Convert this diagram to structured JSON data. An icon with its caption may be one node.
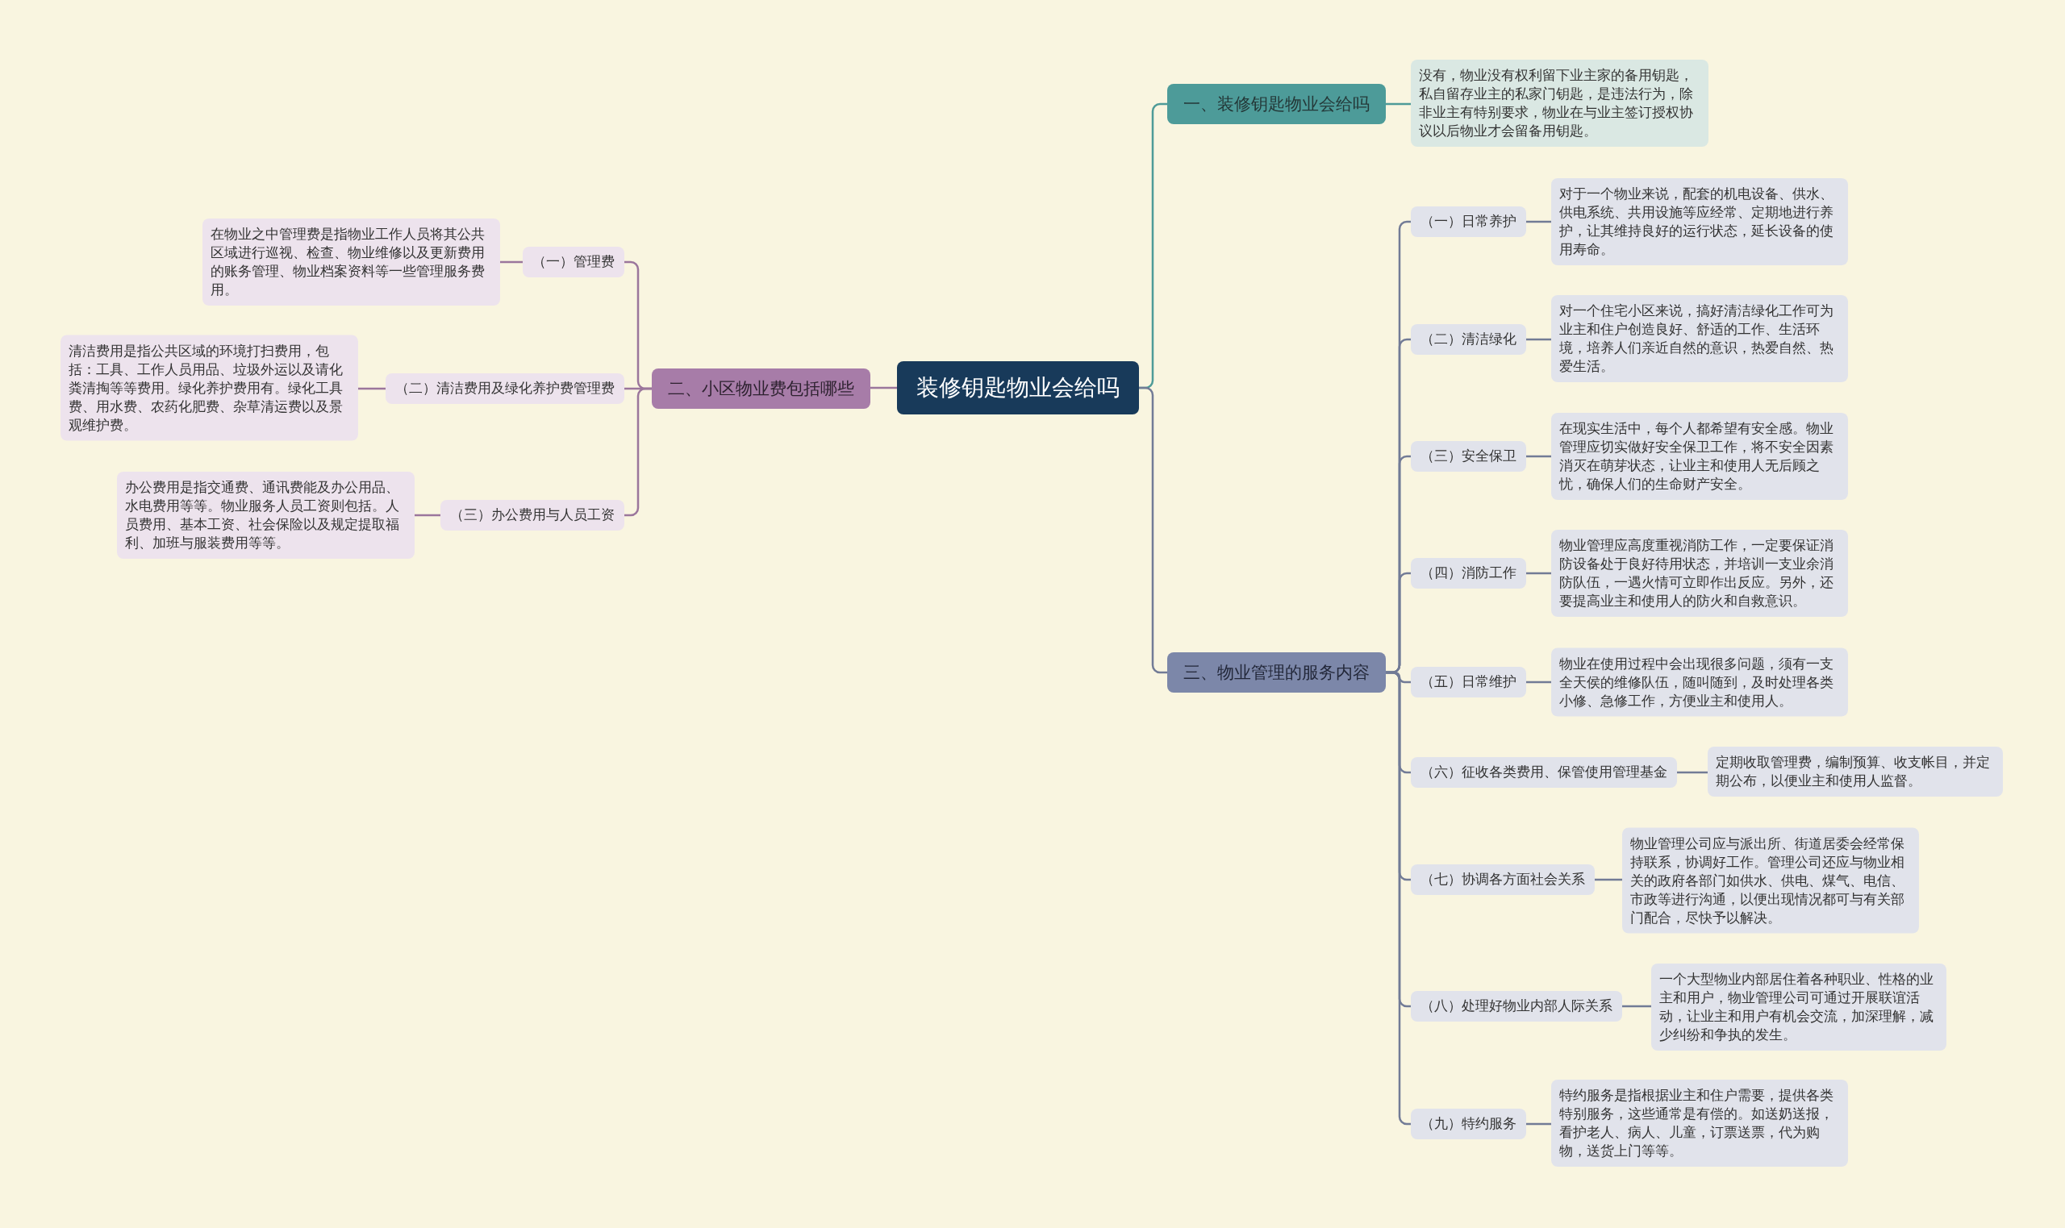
{
  "diagram": {
    "nodes": [
      {
        "text": [
          "装修钥匙物业会给吗"
        ]
      },
      {
        "text": [
          "一、装修钥匙物业会给吗"
        ]
      },
      {
        "text": [
          "没有，物业没有权利留下业主家的备用钥匙，私自留存业主的私家门钥匙，是违法行为，除非业主有特别要求，物业在与业主签订授权协议以后物业才会留备用钥匙。"
        ]
      },
      {
        "text": [
          "二、小区物业费包括哪些"
        ]
      },
      {
        "text": [
          "（一）管理费"
        ]
      },
      {
        "text": [
          "在物业之中管理费是指物业工作人员将其公共区域进行巡视、检查、物业维修以及更新费用的账务管理、物业档案资料等一些管理服务费用。"
        ]
      },
      {
        "text": [
          "（二）清洁费用及绿化养护费管理费"
        ]
      },
      {
        "text": [
          "清洁费用是指公共区域的环境打扫费用，包括：工具、工作人员用品、垃圾外运以及请化粪清掏等等费用。绿化养护费用有。绿化工具费、用水费、农药化肥费、杂草清运费以及景观维护费。"
        ]
      },
      {
        "text": [
          "（三）办公费用与人员工资"
        ]
      },
      {
        "text": [
          "办公费用是指交通费、通讯费能及办公用品、水电费用等等。物业服务人员工资则包括。人员费用、基本工资、社会保险以及规定提取福利、加班与服装费用等等。"
        ]
      },
      {
        "text": [
          "三、物业管理的服务内容"
        ]
      },
      {
        "text": [
          "（一）日常养护"
        ]
      },
      {
        "text": [
          "对于一个物业来说，配套的机电设备、供水、供电系统、共用设施等应经常、定期地进行养护，让其维持良好的运行状态，延长设备的使用寿命。"
        ]
      },
      {
        "text": [
          "（二）清洁绿化"
        ]
      },
      {
        "text": [
          "对一个住宅小区来说，搞好清洁绿化工作可为业主和住户创造良好、舒适的工作、生活环境，培养人们亲近自然的意识，热爱自然、热爱生活。"
        ]
      },
      {
        "text": [
          "（三）安全保卫"
        ]
      },
      {
        "text": [
          "在现实生活中，每个人都希望有安全感。物业管理应切实做好安全保卫工作，将不安全因素消灭在萌芽状态，让业主和使用人无后顾之忧，确保人们的生命财产安全。"
        ]
      },
      {
        "text": [
          "（四）消防工作"
        ]
      },
      {
        "text": [
          "物业管理应高度重视消防工作，一定要保证消防设备处于良好待用状态，并培训一支业余消防队伍，一遇火情可立即作出反应。另外，还要提高业主和使用人的防火和自救意识。"
        ]
      },
      {
        "text": [
          "（五）日常维护"
        ]
      },
      {
        "text": [
          "物业在使用过程中会出现很多问题，须有一支全天侯的维修队伍，随叫随到，及时处理各类小修、急修工作，方便业主和使用人。"
        ]
      },
      {
        "text": [
          "（六）征收各类费用、保管使用管理基金"
        ]
      },
      {
        "text": [
          "定期收取管理费，编制预算、收支帐目，并定期公布，以便业主和使用人监督。"
        ]
      },
      {
        "text": [
          "（七）协调各方面社会关系"
        ]
      },
      {
        "text": [
          "物业管理公司应与派出所、街道居委会经常保持联系，协调好工作。管理公司还应与物业相关的政府各部门如供水、供电、煤气、电信、市政等进行沟通，以便出现情况都可与有关部门配合，尽快予以解决。"
        ]
      },
      {
        "text": [
          "（八）处理好物业内部人际关系"
        ]
      },
      {
        "text": [
          "一个大型物业内部居住着各种职业、性格的业主和用户，物业管理公司可通过开展联谊活动，让业主和用户有机会交流，加深理解，减少纠纷和争执的发生。"
        ]
      },
      {
        "text": [
          "（九）特约服务"
        ]
      },
      {
        "text": [
          "特约服务是指根据业主和住户需要，提供各类特别服务，这些通常是有偿的。如送奶送报，看护老人、病人、儿童，订票送票，代为购物，送货上门等等。"
        ]
      }
    ],
    "edges": [
      {
        "from": 0,
        "to": 1,
        "arrow": "none",
        "color": "#4e9b98"
      },
      {
        "from": 1,
        "to": 2,
        "arrow": "none",
        "color": "#4e9b98"
      },
      {
        "from": 0,
        "to": 3,
        "arrow": "none",
        "color": "#9b769c"
      },
      {
        "from": 3,
        "to": 4,
        "arrow": "none",
        "color": "#9b769c"
      },
      {
        "from": 4,
        "to": 5,
        "arrow": "none",
        "color": "#9b769c"
      },
      {
        "from": 3,
        "to": 6,
        "arrow": "none",
        "color": "#9b769c"
      },
      {
        "from": 6,
        "to": 7,
        "arrow": "none",
        "color": "#9b769c"
      },
      {
        "from": 3,
        "to": 8,
        "arrow": "none",
        "color": "#9b769c"
      },
      {
        "from": 8,
        "to": 9,
        "arrow": "none",
        "color": "#9b769c"
      },
      {
        "from": 0,
        "to": 10,
        "arrow": "none"
      },
      {
        "from": 10,
        "to": 11,
        "arrow": "none"
      },
      {
        "from": 11,
        "to": 12,
        "arrow": "none"
      },
      {
        "from": 10,
        "to": 13,
        "arrow": "none"
      },
      {
        "from": 13,
        "to": 14,
        "arrow": "none"
      },
      {
        "from": 10,
        "to": 15,
        "arrow": "none"
      },
      {
        "from": 15,
        "to": 16,
        "arrow": "none"
      },
      {
        "from": 10,
        "to": 17,
        "arrow": "none"
      },
      {
        "from": 17,
        "to": 18,
        "arrow": "none"
      },
      {
        "from": 10,
        "to": 19,
        "arrow": "none"
      },
      {
        "from": 19,
        "to": 20,
        "arrow": "none"
      },
      {
        "from": 10,
        "to": 21,
        "arrow": "none"
      },
      {
        "from": 21,
        "to": 22,
        "arrow": "none"
      },
      {
        "from": 10,
        "to": 23,
        "arrow": "none"
      },
      {
        "from": 23,
        "to": 24,
        "arrow": "none"
      },
      {
        "from": 10,
        "to": 25,
        "arrow": "none"
      },
      {
        "from": 25,
        "to": 26,
        "arrow": "none"
      },
      {
        "from": 10,
        "to": 27,
        "arrow": "none"
      },
      {
        "from": 27,
        "to": 28,
        "arrow": "none"
      }
    ]
  }
}
